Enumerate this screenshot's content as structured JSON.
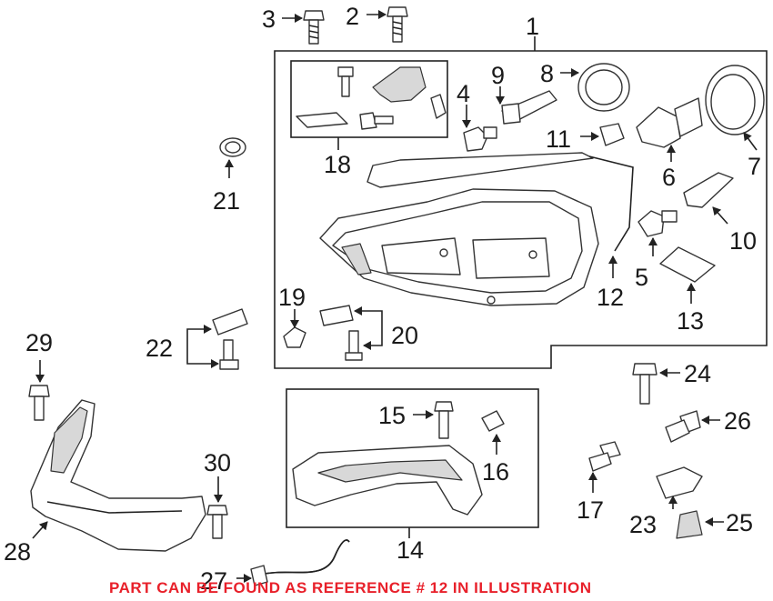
{
  "callouts": [
    "1",
    "2",
    "3",
    "4",
    "5",
    "6",
    "7",
    "8",
    "9",
    "10",
    "11",
    "12",
    "13",
    "14",
    "15",
    "16",
    "17",
    "18",
    "19",
    "20",
    "21",
    "22",
    "23",
    "24",
    "25",
    "26",
    "27",
    "28",
    "29",
    "30"
  ],
  "note": "PART CAN BE FOUND AS REFERENCE # 12 IN ILLUSTRATION",
  "colors": {
    "note": "#e8202a",
    "lines": "#222222",
    "background": "#ffffff"
  }
}
